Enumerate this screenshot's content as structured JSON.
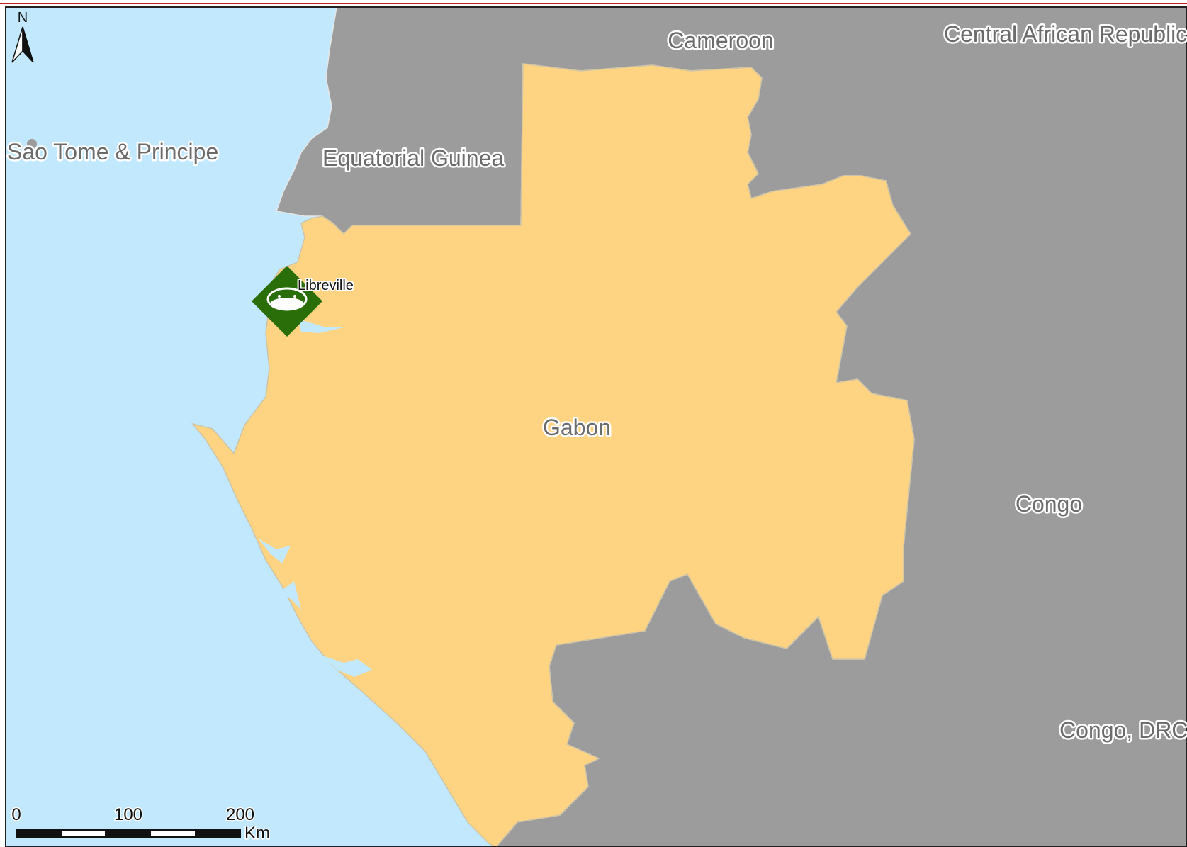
{
  "map": {
    "colors": {
      "water": "#c2e8fd",
      "focus_country": "#fed482",
      "neighbor_country": "#9c9c9c",
      "border": "#e6e6e6",
      "frame": "#c0262d",
      "marker_fill": "#2a6e0a"
    },
    "countries": [
      {
        "name": "Cameroon"
      },
      {
        "name": "Central African Republic"
      },
      {
        "name": "Sao Tome & Principe"
      },
      {
        "name": "Equatorial Guinea"
      },
      {
        "name": "Gabon"
      },
      {
        "name": "Congo"
      },
      {
        "name": "Congo, DRC"
      }
    ],
    "city": {
      "name": "Libreville",
      "marker_icon": "capital-city-icon"
    },
    "north_arrow": {
      "label": "N",
      "icon": "north-arrow-icon"
    },
    "scale_bar": {
      "ticks": [
        "0",
        "100",
        "200"
      ],
      "unit": "Km"
    }
  }
}
